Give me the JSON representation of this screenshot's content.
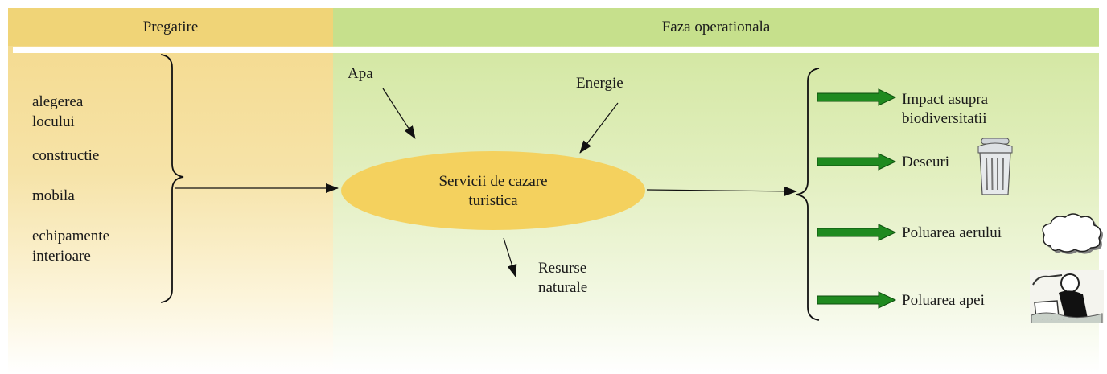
{
  "headers": {
    "preparation": "Pregatire",
    "operational": "Faza operationala"
  },
  "preparation_items": [
    "alegerea",
    "locului",
    "constructie",
    "mobila",
    "echipamente",
    "interioare"
  ],
  "center": {
    "line1": "Servicii de cazare",
    "line2": "turistica"
  },
  "inputs": {
    "water": "Apa",
    "energy": "Energie"
  },
  "resources": {
    "line1": "Resurse",
    "line2": "naturale"
  },
  "impacts": {
    "biodiversity_line1": "Impact asupra",
    "biodiversity_line2": "biodiversitatii",
    "waste": "Deseuri",
    "air": "Poluarea aerului",
    "water": "Poluarea apei"
  },
  "colors": {
    "prep_header": "#f0d477",
    "op_header": "#c6e08c",
    "ellipse": "#f4d15e",
    "green_arrow": "#1f8a1f"
  },
  "icons": [
    "trash-bin-icon",
    "cloud-icon",
    "water-pollution-icon"
  ]
}
